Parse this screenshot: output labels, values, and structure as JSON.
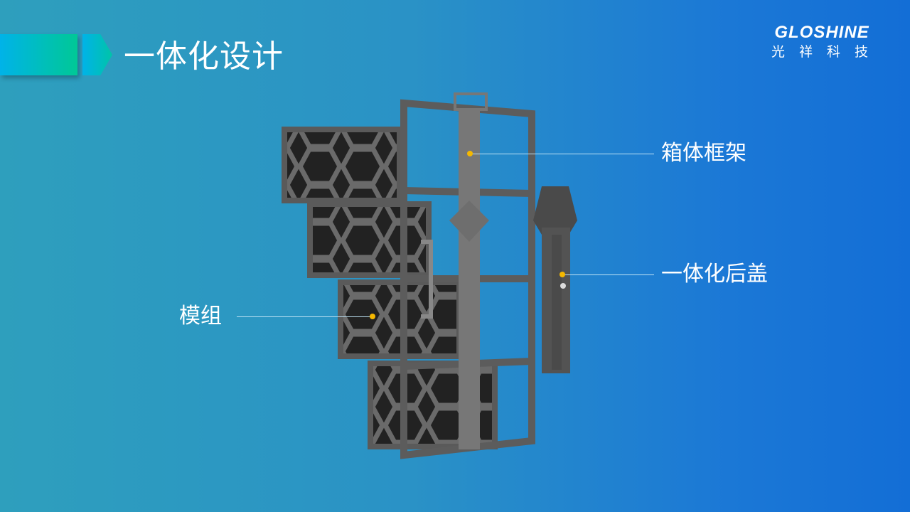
{
  "slide": {
    "title": "一体化设计",
    "logo": {
      "en": "GLOSHINE",
      "cn": "光祥科技"
    },
    "callouts": [
      {
        "label": "箱体框架"
      },
      {
        "label": "一体化后盖"
      },
      {
        "label": "模组"
      }
    ]
  },
  "colors": {
    "accent_dot": "#f5b800",
    "accent_bar_start": "#00b3e8",
    "accent_bar_end": "#00c896"
  }
}
